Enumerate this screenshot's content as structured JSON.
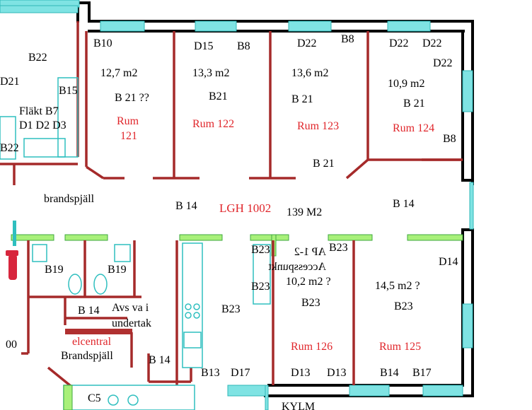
{
  "apartment": {
    "name": "LGH 1002",
    "area": "139 M2"
  },
  "rooms": [
    {
      "id": "121",
      "name": "Rum",
      "number": "121",
      "area": "12,7 m2",
      "type": "B 21 ??"
    },
    {
      "id": "122",
      "name": "Rum 122",
      "area": "13,3 m2",
      "type": "B21"
    },
    {
      "id": "123",
      "name": "Rum 123",
      "area": "13,6 m2",
      "type": "B 21"
    },
    {
      "id": "124",
      "name": "Rum 124",
      "area": "10,9 m2",
      "type": "B 21"
    },
    {
      "id": "126",
      "name": "Rum 126",
      "area": "10,2 m2 ?",
      "type": "B23"
    },
    {
      "id": "125",
      "name": "Rum 125",
      "area": "14,5 m2 ?",
      "type": "B23"
    }
  ],
  "left_area": {
    "b22_top": "B22",
    "d21": "D21",
    "b15": "B15",
    "flakt": "Fläkt B7",
    "dampers": "D1 D2 D3",
    "b22_left": "B22",
    "brandspjall": "brandspjäll"
  },
  "codes": {
    "b10": "B10",
    "d15": "D15",
    "b8_a": "B8",
    "d22_a": "D22",
    "b8_b": "B8",
    "d22_b": "D22",
    "d22_c": "D22",
    "d22_d": "D22",
    "b8_c": "B8",
    "b21_hall": "B 21",
    "b14_left": "B 14",
    "b14_right": "B 14",
    "d14": "D14",
    "b19_a": "B19",
    "b19_b": "B19",
    "b14_c": "B 14",
    "b23_a": "B23",
    "b23_b": "B23",
    "b23_c": "B23",
    "b23_d": "B23",
    "b14_d": "B 14",
    "b13": "B13",
    "d17": "D17",
    "d13_a": "D13",
    "d13_b": "D13",
    "b14_e": "B14",
    "b17": "B17",
    "c5": "C5",
    "oo": "00",
    "kylm": "KYLM"
  },
  "notes": {
    "avs_line1": "Avs va i",
    "avs_line2": "undertak",
    "elcentral": "elcentral",
    "brandspjall2": "Brandspjäll",
    "ap_mirrored": "AP 1-2",
    "accesspunkt_mirrored": "Accesspunkt"
  }
}
